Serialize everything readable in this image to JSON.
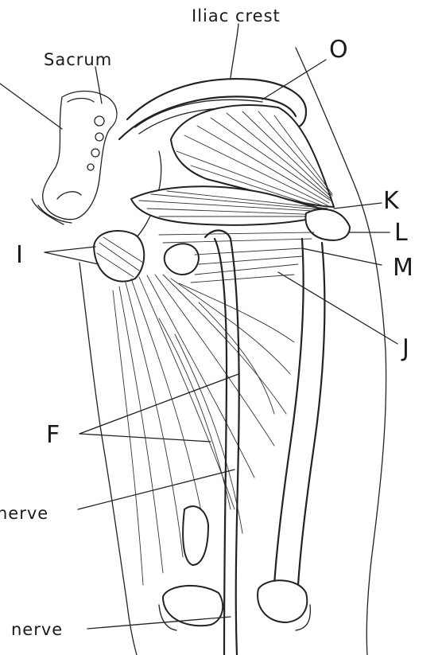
{
  "labels": {
    "iliac_crest": "Iliac crest",
    "sacrum": "Sacrum",
    "o": "O",
    "k": "K",
    "l": "L",
    "m": "M",
    "i": "I",
    "j": "J",
    "f": "F",
    "nerve_upper": "nerve",
    "nerve_lower": "nerve"
  },
  "colors": {
    "ink": "#222222",
    "background": "#ffffff"
  }
}
